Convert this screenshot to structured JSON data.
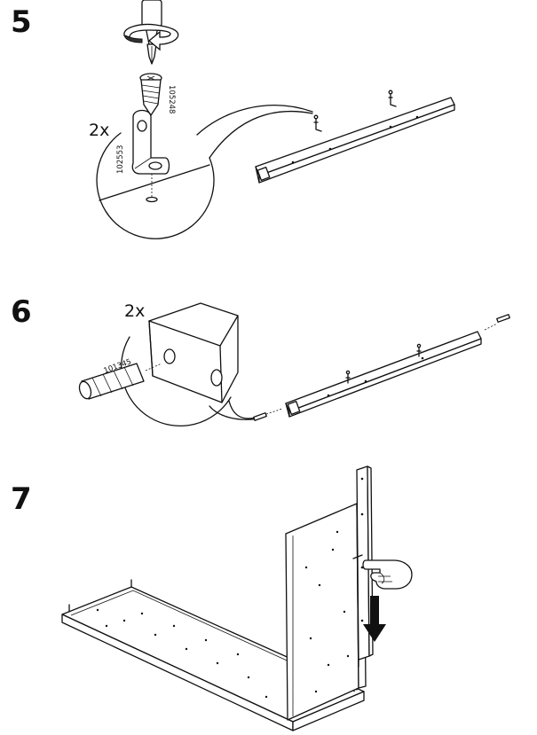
{
  "steps": [
    {
      "number": "5",
      "quantity": "2x",
      "part_numbers": [
        "105248",
        "102553"
      ]
    },
    {
      "number": "6",
      "quantity": "2x",
      "part_numbers": [
        "101345"
      ]
    },
    {
      "number": "7"
    }
  ],
  "icons": [
    "screwdriver-icon",
    "rotation-arrow-icon",
    "screw-icon",
    "angle-bracket-icon",
    "dowel-icon",
    "pointing-hand-icon",
    "down-arrow-icon"
  ]
}
